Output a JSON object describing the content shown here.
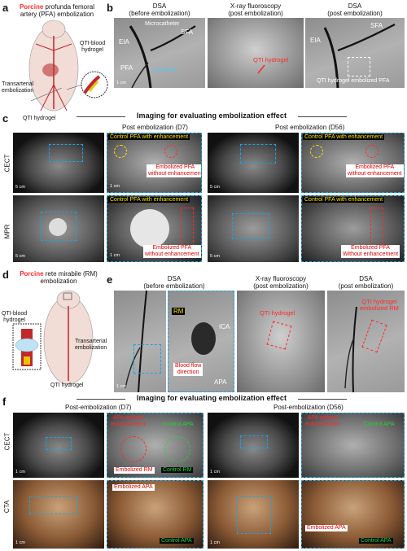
{
  "panel_a": {
    "label": "a",
    "title_red": "Porcine",
    "title_rest": " profunda femoral",
    "title_line2": "artery (PFA) embolization",
    "qti_blood": "QTI-blood",
    "hydrogel": "hydrogel",
    "transarterial": "Transarterial",
    "embolization": "embolization",
    "qti_hydrogel": "QTI hydrogel"
  },
  "panel_b": {
    "label": "b",
    "dsa_before": "DSA",
    "dsa_before_sub": "(before embolization)",
    "xray": "X-ray fluoroscopy",
    "xray_sub": "(post embolization)",
    "dsa_post": "DSA",
    "dsa_post_sub": "(post embolization)",
    "microcatheter": "Microcatheter",
    "sfa": "SFA",
    "eia": "EIA",
    "pfa": "PFA",
    "dist": "4.25 mm",
    "qti_hydrogel": "QTI hydrogel",
    "eia2": "EIA",
    "sfa2": "SFA",
    "embolized": "QTI hydrogel embolized PFA",
    "scale": "1 cm"
  },
  "panel_c": {
    "label": "c",
    "banner": "Imaging for evaluating embolization effect",
    "d7": "Post embolization (D7)",
    "d56": "Post embolization (D56)",
    "cect": "CECT",
    "mpr": "MPR",
    "control": "Control PFA with enhancement",
    "embol": "Embolized PFA",
    "embol2": "without enhancement",
    "embol_w": "Without enhancement",
    "scale5": "5 cm",
    "scale1": "1 cm"
  },
  "panel_d": {
    "label": "d",
    "title_red": "Porcine",
    "title_rest": " rete mirabile (RM)",
    "title_line2": "embolization",
    "qti_blood": "QTI-blood",
    "hydrogel": "hydrogel",
    "transarterial": "Transarterial",
    "embolization": "embolization",
    "qti_hydrogel": "QTI hydrogel"
  },
  "panel_e": {
    "label": "e",
    "dsa_before": "DSA",
    "dsa_before_sub": "(before embolization)",
    "xray": "X-ray fluoroscopy",
    "xray_sub": "(post embolization)",
    "dsa_post": "DSA",
    "dsa_post_sub": "(post embolization)",
    "rm": "RM",
    "ica": "ICA",
    "blood": "Blood flow",
    "direction": "direction",
    "apa": "APA",
    "qti_hydrogel": "QTI hydrogel",
    "embol_rm1": "QTI hydrogel",
    "embol_rm2": "embolized RM",
    "scale": "1 cm"
  },
  "panel_f": {
    "label": "f",
    "banner": "Imaging for evaluating embolization effect",
    "d7": "Post-embolization (D7)",
    "d56": "Post-embolization (D56)",
    "cect": "CECT",
    "cta": "CTA",
    "apa_wo1": "APA without",
    "apa_wo2": "enhancement",
    "control_apa": "Control APA",
    "embol_rm": "Embolized RM",
    "control_rm": "Control RM",
    "embol_apa": "Embolized APA",
    "scale": "1 cm"
  }
}
